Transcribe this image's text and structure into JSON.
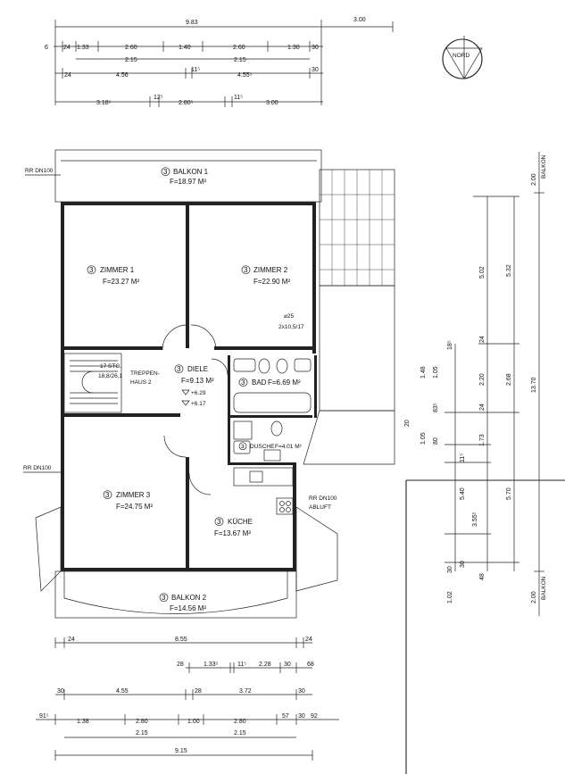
{
  "top_dims": {
    "overall": [
      "9.83",
      "3.00"
    ],
    "row1": [
      "6",
      "24",
      "1.33",
      "2.60",
      "1.40",
      "2.60",
      "1.30",
      "30"
    ],
    "row2": [
      "2.15",
      "2.15"
    ],
    "row3": [
      "24",
      "4.56",
      "11⁵",
      "4.55⁵",
      "30"
    ],
    "row4": [
      "3.18⁵",
      "12⁵",
      "2.80⁵",
      "11⁵",
      "3.00"
    ]
  },
  "north_label": "NORD",
  "labels": {
    "rr_top": "RR DN100",
    "rr_left": "RR DN100",
    "rr_right": "RR DN100",
    "abluft": "ABLUFT",
    "stair_count": "17 STG.",
    "stair_ratio": "18,8/26,1",
    "chimney_a": "⌀25",
    "chimney_b": "2x10,5/17",
    "level_1": "+6.29",
    "level_2": "+6.17"
  },
  "rooms": {
    "balkon1": {
      "num": "3",
      "name": "BALKON 1",
      "area": "F=18.97 M²"
    },
    "zimmer1": {
      "num": "3",
      "name": "ZIMMER 1",
      "area": "F=23.27 M²"
    },
    "zimmer2": {
      "num": "3",
      "name": "ZIMMER 2",
      "area": "F=22.90 M²"
    },
    "treppenhaus_a": "TREPPEN-",
    "treppenhaus_b": "HAUS 2",
    "diele": {
      "num": "3",
      "name": "DIELE",
      "area": "F=9.13 M²"
    },
    "bad": {
      "num": "3",
      "name": "BAD",
      "area": "F=6.69 M²"
    },
    "dusche": {
      "num": "3",
      "name": "DUSCHE",
      "area": "F=4.01 M²"
    },
    "zimmer3": {
      "num": "3",
      "name": "ZIMMER 3",
      "area": "F=24.75 M²"
    },
    "kueche": {
      "num": "3",
      "name": "KÜCHE",
      "area": "F=13.67 M²"
    },
    "balkon2": {
      "num": "3",
      "name": "BALKON 2",
      "area": "F=14.56 M²"
    }
  },
  "right_dims": {
    "outer": [
      "2.00",
      "BALKON",
      "13.70",
      "2.00",
      "BALKON"
    ],
    "middle": [
      "5.32",
      "2.68",
      "5.70"
    ],
    "inner": [
      "5.02",
      "24",
      "2.20",
      "24",
      "1.73",
      "5.40",
      "30",
      "48"
    ],
    "innermost": [
      "18⁵",
      "1.48",
      "1.05",
      "83⁵",
      "1.05",
      "80",
      "11⁵",
      "3.55⁵",
      "30",
      "1.02"
    ],
    "gap": "20"
  },
  "bottom_dims": {
    "row1": [
      "24",
      "8.55",
      "24"
    ],
    "row2": [
      "28",
      "1.33⁵",
      "11⁵",
      "2.28",
      "30",
      "68"
    ],
    "row3": [
      "30",
      "4.55",
      "28",
      "3.72",
      "30"
    ],
    "row4": [
      "91⁵",
      "1.38",
      "2.80",
      "1.00",
      "2.80",
      "57",
      "30",
      "92"
    ],
    "row5": [
      "2.15",
      "2.15"
    ],
    "overall": "9.15"
  }
}
